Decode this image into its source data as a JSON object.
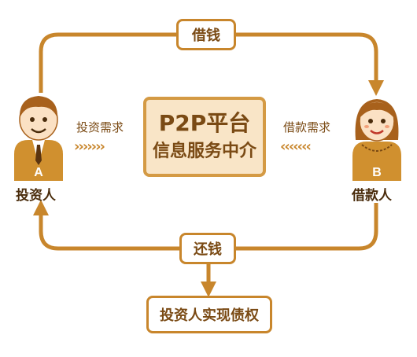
{
  "flow": {
    "borrow_label": "借钱",
    "repay_label": "还钱",
    "result_label": "投资人实现债权"
  },
  "platform": {
    "title": "P2P平台",
    "subtitle": "信息服务中介"
  },
  "investor": {
    "name": "投资人",
    "badge": "A",
    "demand_label": "投资需求",
    "arrows": "›››››››"
  },
  "borrower": {
    "name": "借款人",
    "badge": "B",
    "demand_label": "借款需求",
    "arrows": "‹‹‹‹‹‹‹"
  },
  "colors": {
    "line": "#c8862c",
    "platform_fill": "#f9e5c7",
    "text": "#7a4a14",
    "skin": "#fbe1c4",
    "hair": "#a8611c",
    "shirt": "#d0902f"
  }
}
